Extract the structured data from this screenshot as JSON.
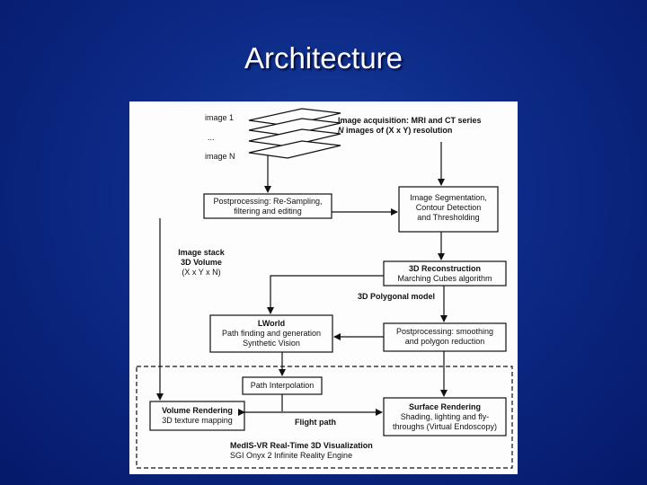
{
  "slide": {
    "title": "Architecture"
  },
  "diagram": {
    "stack_labels": {
      "first": "image 1",
      "middle": "...",
      "last": "image N"
    },
    "acquisition": {
      "line1": "Image acquisition: MRI and CT series",
      "line2_n": "N",
      "line2_rest": " images of (X x Y) resolution"
    },
    "postprocessing_resample": {
      "line1": "Postprocessing: Re-Sampling,",
      "line2": "filtering and editing"
    },
    "segmentation": {
      "line1": "Image Segmentation,",
      "line2": "Contour Detection",
      "line3": "and Thresholding"
    },
    "image_stack": {
      "line1": "Image stack",
      "line2": "3D Volume",
      "line3": "(X x Y x N)"
    },
    "reconstruction": {
      "line1": "3D Reconstruction",
      "line2": "Marching Cubes algorithm"
    },
    "polygonal_model_label": "3D Polygonal model",
    "lworld": {
      "line1": "LWorld",
      "line2": "Path finding and generation",
      "line3": "Synthetic Vision"
    },
    "postprocessing_smooth": {
      "line1": "Postprocessing: smoothing",
      "line2": "and polygon reduction"
    },
    "path_interpolation": "Path Interpolation",
    "volume_rendering": {
      "line1": "Volume Rendering",
      "line2": "3D texture mapping"
    },
    "flight_path": "Flight path",
    "surface_rendering": {
      "line1": "Surface Rendering",
      "line2": "Shading, lighting and fly-",
      "line3": "throughs (Virtual Endoscopy)"
    },
    "visualization": {
      "line1": "MedIS-VR Real-Time 3D Visualization",
      "line2": "SGI Onyx 2 Infinite Reality Engine"
    }
  }
}
